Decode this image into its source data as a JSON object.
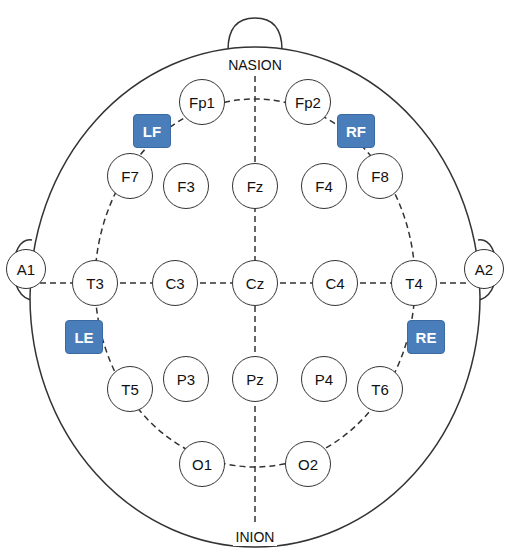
{
  "diagram": {
    "nodes": [
      {
        "text": [
          "Fp1"
        ]
      },
      {
        "text": [
          "Fp2"
        ]
      },
      {
        "text": [
          "LF"
        ]
      },
      {
        "text": [
          "RF"
        ]
      },
      {
        "text": [
          "F7"
        ]
      },
      {
        "text": [
          "F3"
        ]
      },
      {
        "text": [
          "Fz"
        ]
      },
      {
        "text": [
          "F4"
        ]
      },
      {
        "text": [
          "F8"
        ]
      },
      {
        "text": [
          "A1"
        ]
      },
      {
        "text": [
          "T3"
        ]
      },
      {
        "text": [
          "C3"
        ]
      },
      {
        "text": [
          "Cz"
        ]
      },
      {
        "text": [
          "C4"
        ]
      },
      {
        "text": [
          "T4"
        ]
      },
      {
        "text": [
          "A2"
        ]
      },
      {
        "text": [
          "LE"
        ]
      },
      {
        "text": [
          "RE"
        ]
      },
      {
        "text": [
          "T5"
        ]
      },
      {
        "text": [
          "P3"
        ]
      },
      {
        "text": [
          "Pz"
        ]
      },
      {
        "text": [
          "P4"
        ]
      },
      {
        "text": [
          "T6"
        ]
      },
      {
        "text": [
          "O1"
        ]
      },
      {
        "text": [
          "O2"
        ]
      }
    ],
    "labels": [
      "NASION",
      "INION"
    ]
  }
}
